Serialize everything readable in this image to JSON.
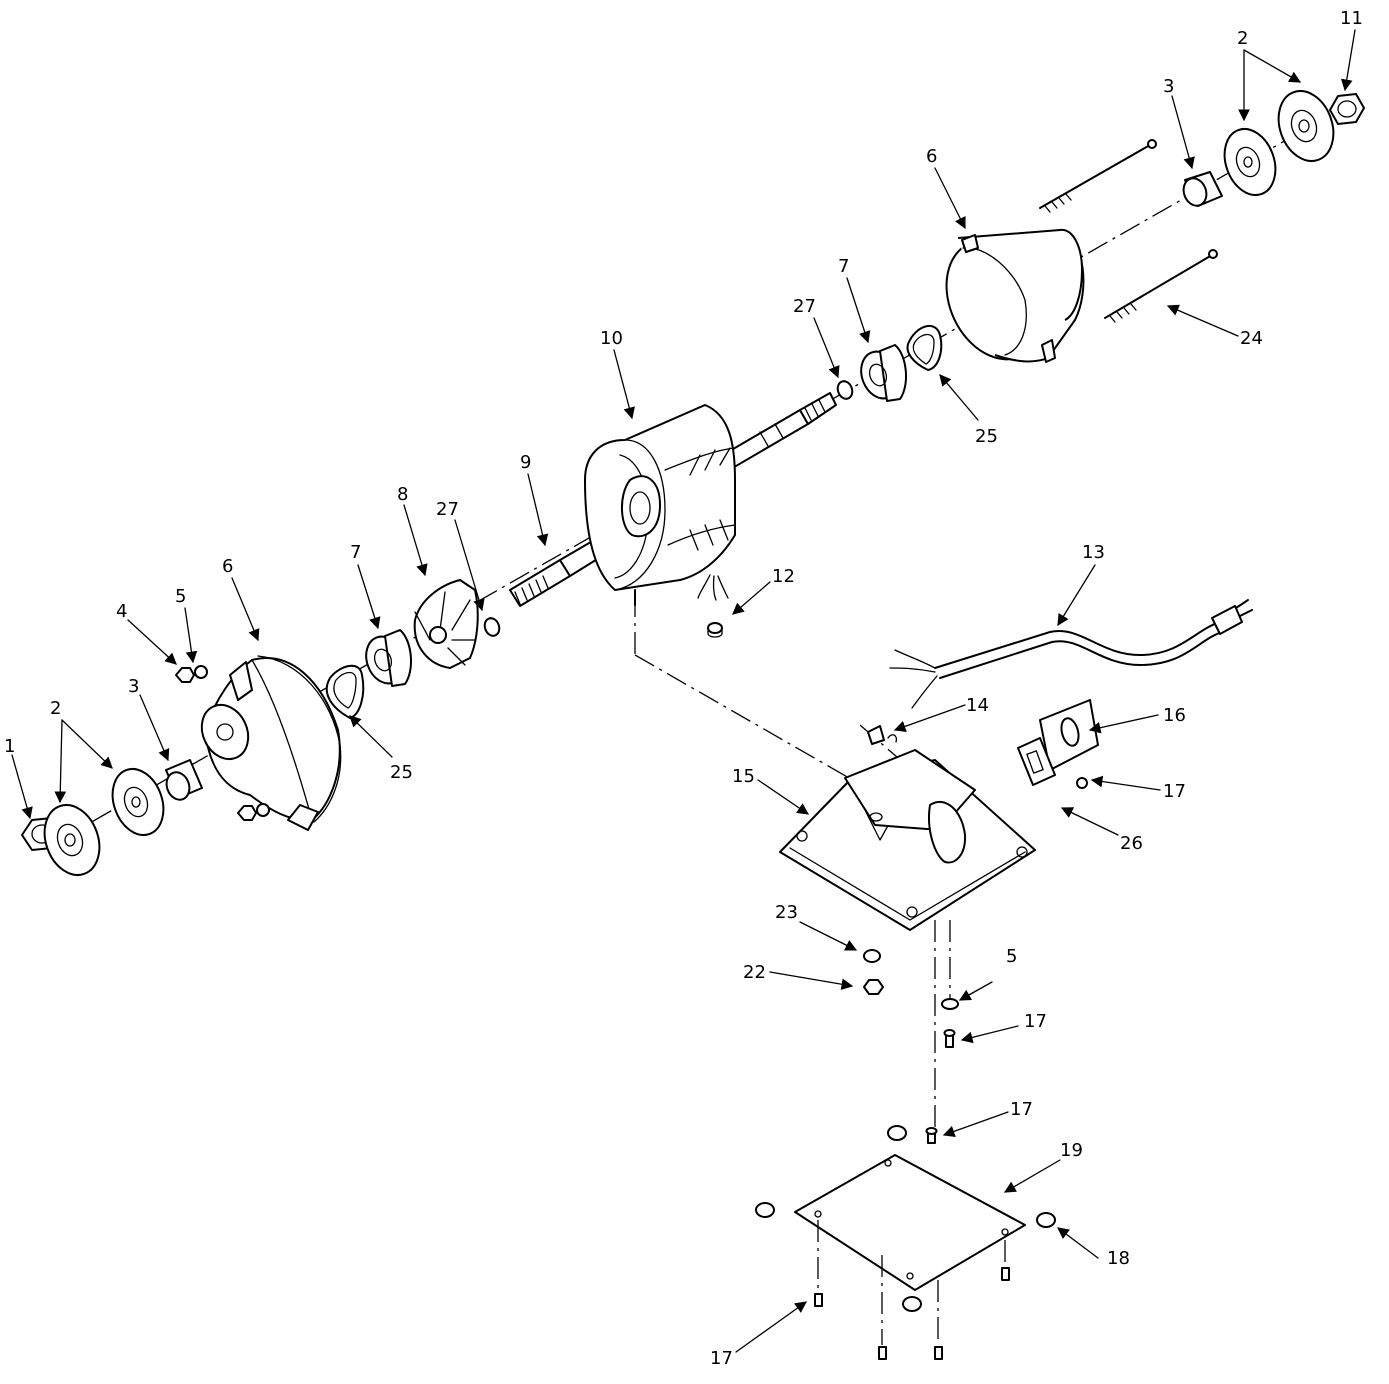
{
  "callouts": {
    "c1": "1",
    "c2_left": "2",
    "c3_left": "3",
    "c4": "4",
    "c5_top": "5",
    "c6_left": "6",
    "c7_left": "7",
    "c8": "8",
    "c27_left": "27",
    "c9": "9",
    "c10": "10",
    "c12": "12",
    "c25_left": "25",
    "c27_right": "27",
    "c7_right": "7",
    "c25_right": "25",
    "c6_right": "6",
    "c3_right": "3",
    "c2_right": "2",
    "c11": "11",
    "c24": "24",
    "c13": "13",
    "c14": "14",
    "c16": "16",
    "c17_switch": "17",
    "c26": "26",
    "c15": "15",
    "c23": "23",
    "c22": "22",
    "c5_base": "5",
    "c17_base": "17",
    "c17_plate": "17",
    "c19": "19",
    "c18": "18",
    "c17_bottom": "17"
  }
}
